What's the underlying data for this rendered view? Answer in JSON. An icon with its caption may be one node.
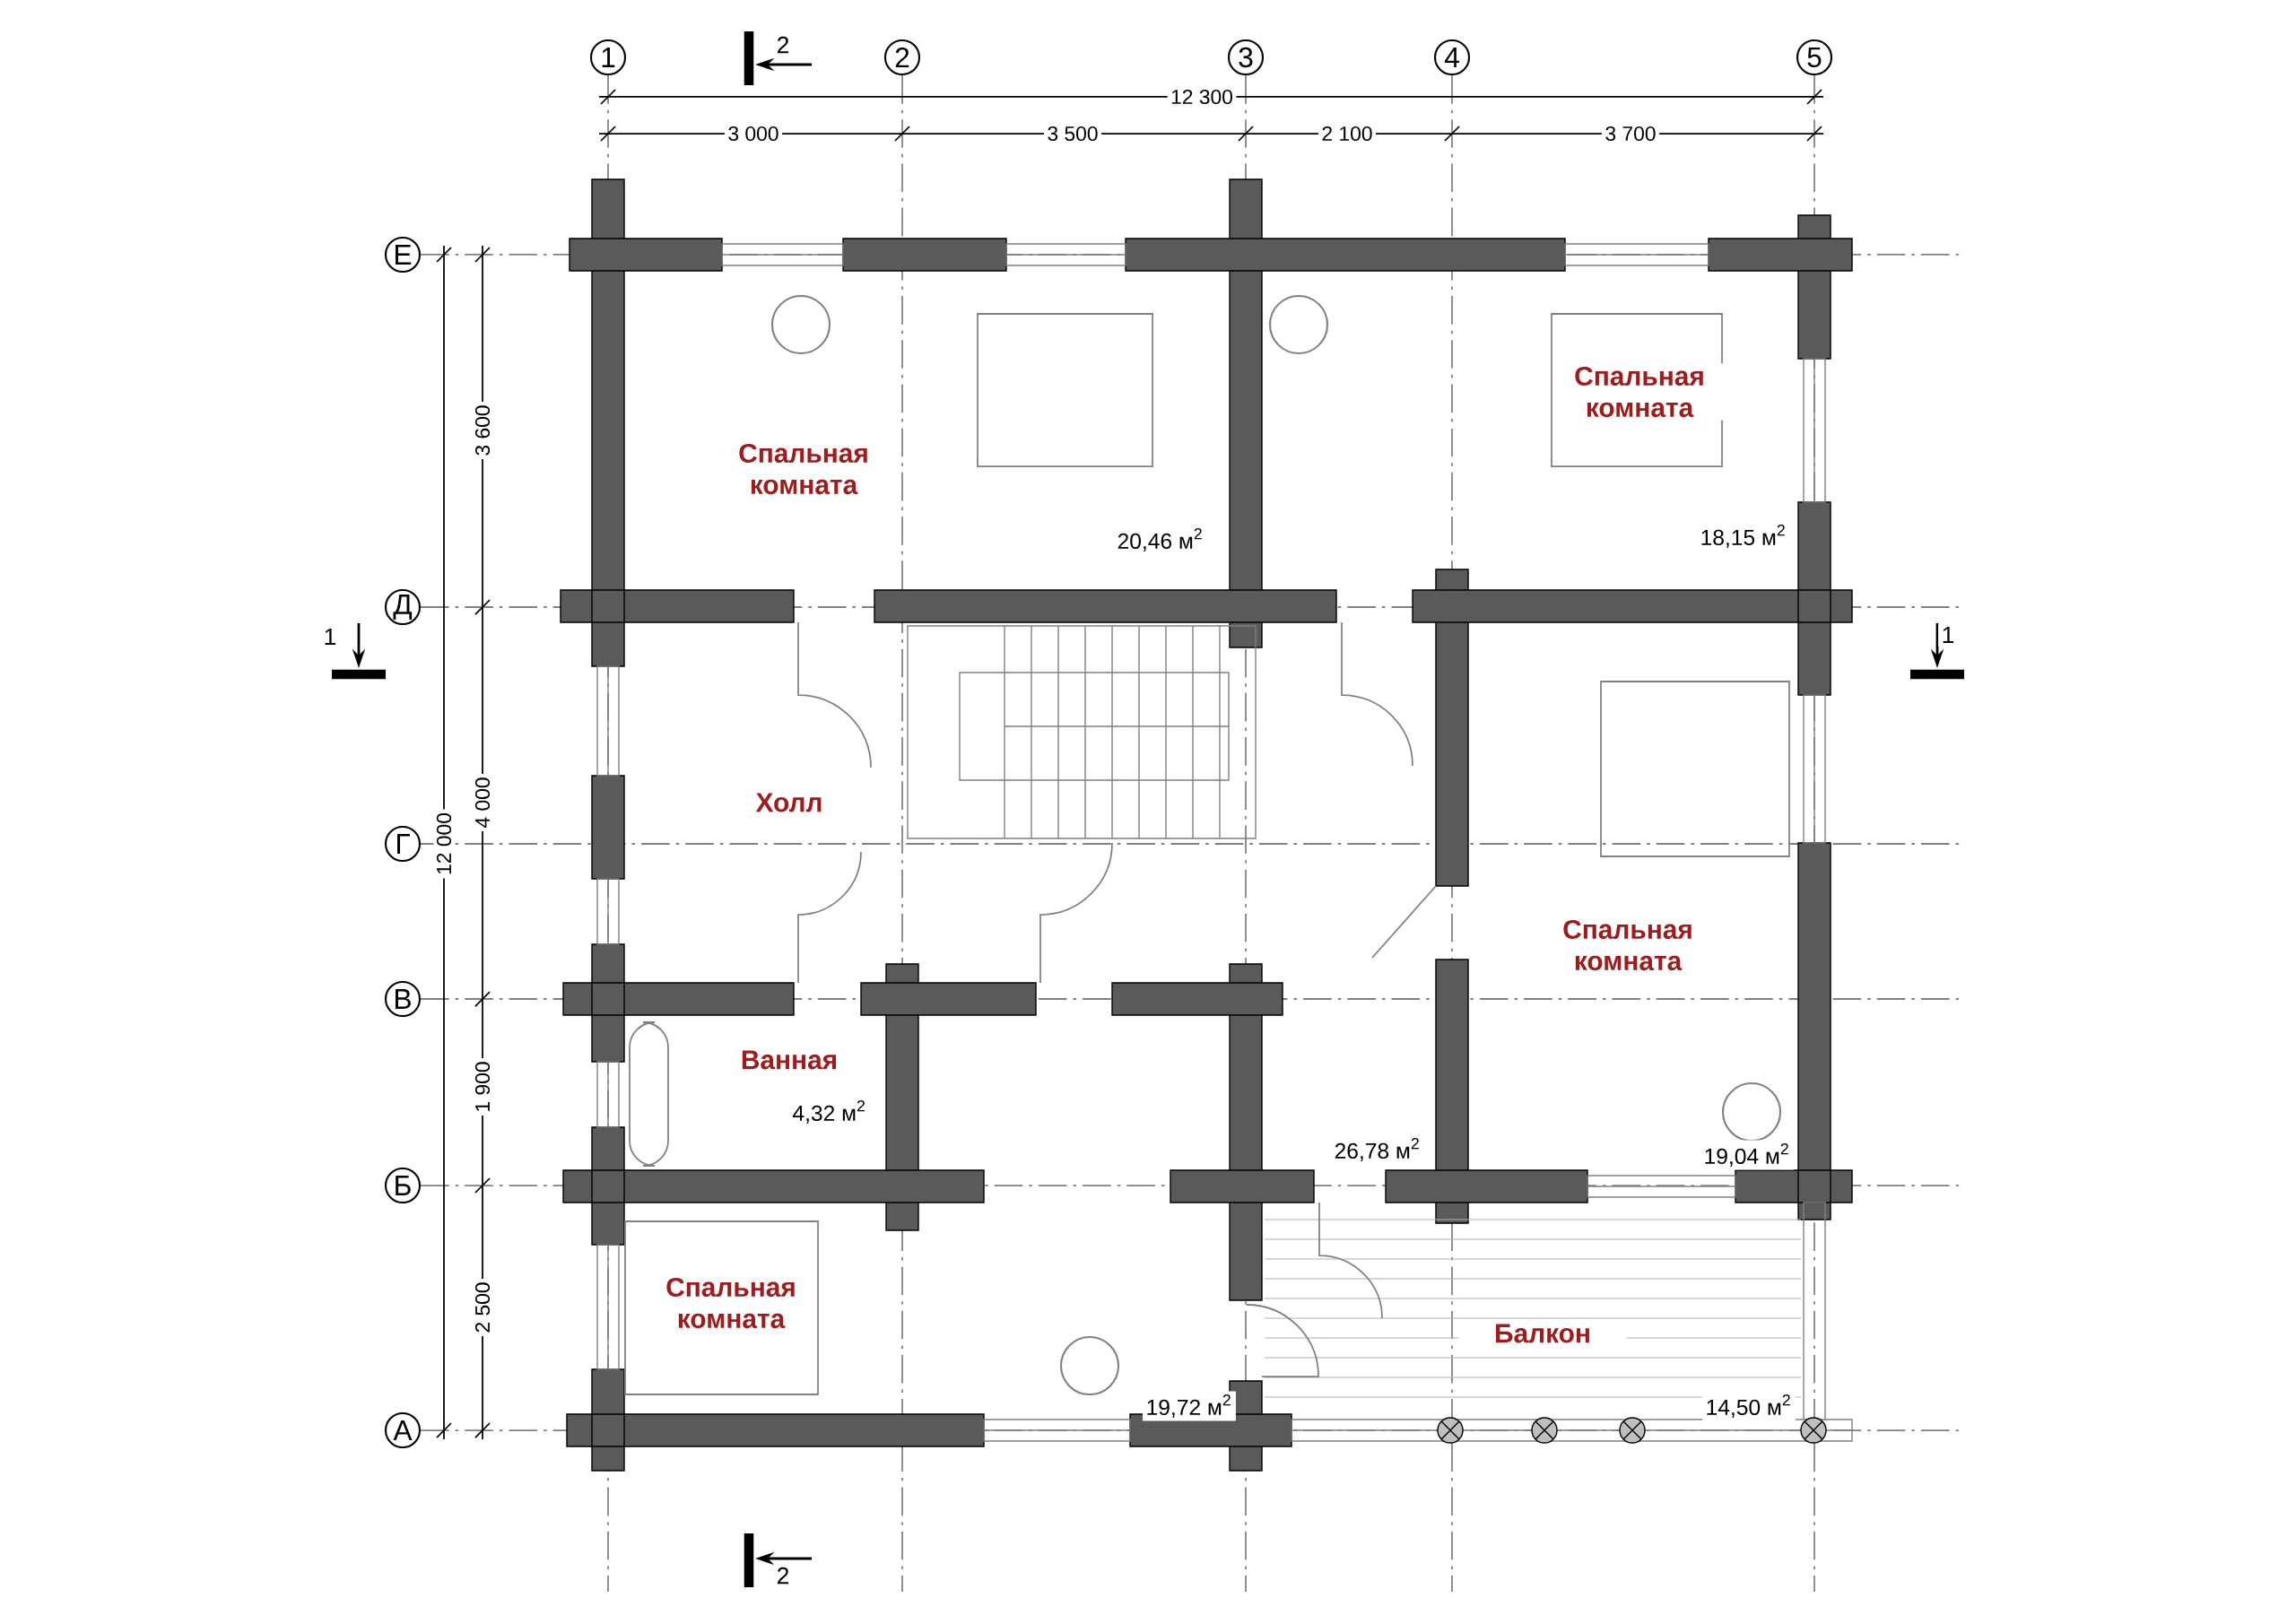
{
  "diagram": {
    "nodes": [
      {
        "text": [
          "1"
        ]
      },
      {
        "text": [
          "2"
        ]
      },
      {
        "text": [
          "3"
        ]
      },
      {
        "text": [
          "4"
        ]
      },
      {
        "text": [
          "5"
        ]
      },
      {
        "text": [
          "Е"
        ]
      },
      {
        "text": [
          "Д"
        ]
      },
      {
        "text": [
          "Г"
        ]
      },
      {
        "text": [
          "В"
        ]
      },
      {
        "text": [
          "Б"
        ]
      },
      {
        "text": [
          "А"
        ]
      }
    ],
    "labels": [
      "2",
      "12 300",
      "3 000",
      "3 500",
      "2 100",
      "3 700",
      "3 600",
      "Спальная комната",
      "Спальная комната",
      "20,46 м$^{2}$",
      "18,15 м$^{2}$",
      "1",
      "1",
      "Холл",
      "12 000",
      "4 000",
      "Спальная комната",
      "Ванная",
      "1 900",
      "4,32 м$^{2}$",
      "26,78 м$^{2}$",
      "19,04 м$^{2}$",
      "2 500",
      "Спальная комната",
      "Балкон",
      "19,72 м$^{2}$",
      "14,50 м$^{2}$",
      "2"
    ]
  }
}
